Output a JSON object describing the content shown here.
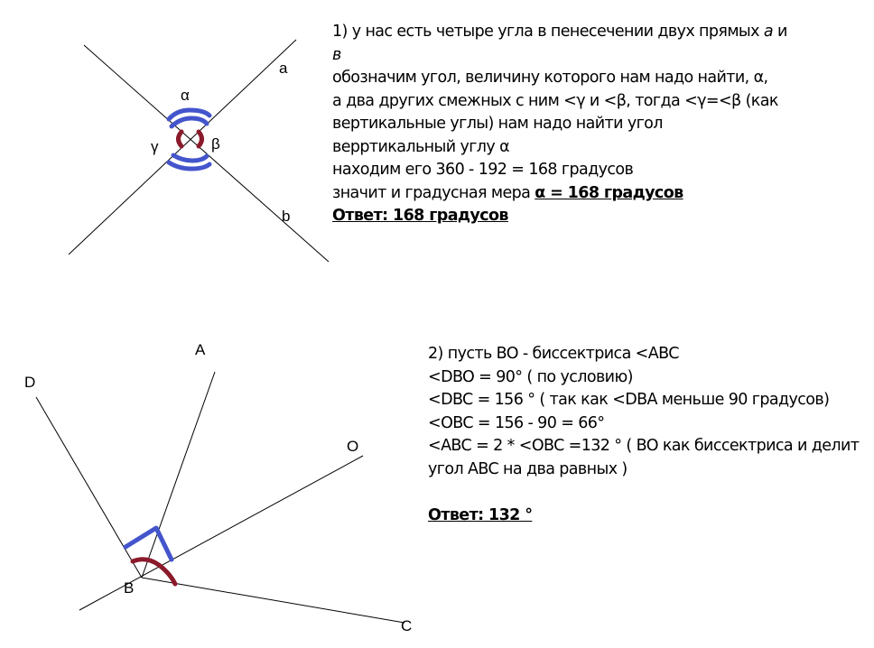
{
  "figure1": {
    "labels": {
      "a": "a",
      "b": "b",
      "alpha": "α",
      "beta": "β",
      "gamma": "γ"
    },
    "colors": {
      "line": "#000000",
      "blue_arc": "#4455cc",
      "red_arc": "#8b1a2b"
    }
  },
  "figure2": {
    "labels": {
      "A": "A",
      "B": "B",
      "C": "C",
      "D": "D",
      "O": "O"
    }
  },
  "solution1": {
    "line1": "1) у нас есть четыре угла в пенесечении двух прямых ",
    "line1_var": "а",
    "line1_end": " и",
    "line2_var": "в",
    "line3": "обозначим угол, величину которого нам надо найти, α,",
    "line4": "а два других смежных с ним  <γ и <β, тогда <γ=<β (как",
    "line5": "вертикальные углы) нам надо найти угол",
    "line6": "верртикальный углу α",
    "line7": "находим его 360 - 192 = 168 градусов",
    "line8": "значит и градусная мера ",
    "line8_bold": "α = 168 градусов",
    "answer": "Ответ: 168 градусов"
  },
  "solution2": {
    "line1": "2) пусть BO - биссектриса <ABC",
    "line2": "<DBO =  90° ( по условию)",
    "line3": "<DBC = 156 ° ( так как <DBA  меньше 90 градусов)",
    "line4": "<OBC = 156 - 90 = 66°",
    "line5": "<ABC = 2 * <OBC =132 ° ( BO как биссектриса и делит",
    "line6": "угол ABC на два равных )",
    "answer": "Ответ: 132 °"
  }
}
